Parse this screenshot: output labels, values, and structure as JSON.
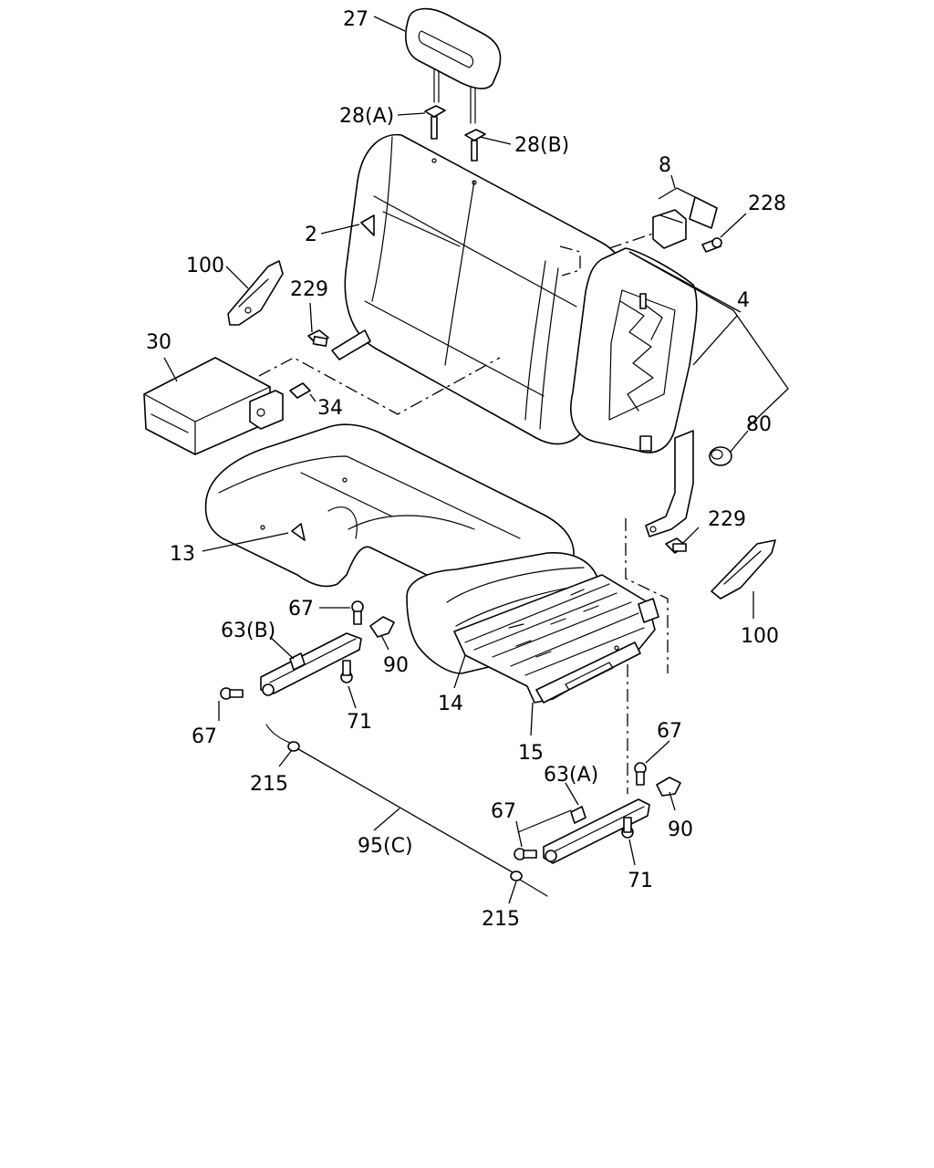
{
  "diagram": {
    "colors": {
      "line": "#000000",
      "background": "#ffffff"
    },
    "labels": {
      "p27": "27",
      "p28a": "28(A)",
      "p28b": "28(B)",
      "p8": "8",
      "p228": "228",
      "p2": "2",
      "p100a": "100",
      "p229a": "229",
      "p4": "4",
      "p30": "30",
      "p34": "34",
      "p80": "80",
      "p229b": "229",
      "p13": "13",
      "p100b": "100",
      "p67a": "67",
      "p63b": "63(B)",
      "p90a": "90",
      "p67b": "67",
      "p71a": "71",
      "p14": "14",
      "p15": "15",
      "p67c": "67",
      "p63a": "63(A)",
      "p215a": "215",
      "p95c": "95(C)",
      "p67d": "67",
      "p90b": "90",
      "p71b": "71",
      "p215b": "215"
    }
  }
}
